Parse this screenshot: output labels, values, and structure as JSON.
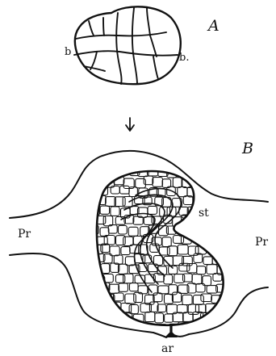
{
  "figure": {
    "panel_a": {
      "letter": "A",
      "marks": {
        "left": "b",
        "right": "b."
      }
    },
    "transition_arrow": {
      "icon": "arrow-down-icon"
    },
    "panel_b": {
      "letter": "B",
      "labels": {
        "left_tissue": "Pr",
        "right_tissue": "Pr",
        "stalk": "st",
        "base": "ar"
      }
    },
    "ink_color": "#111111"
  }
}
